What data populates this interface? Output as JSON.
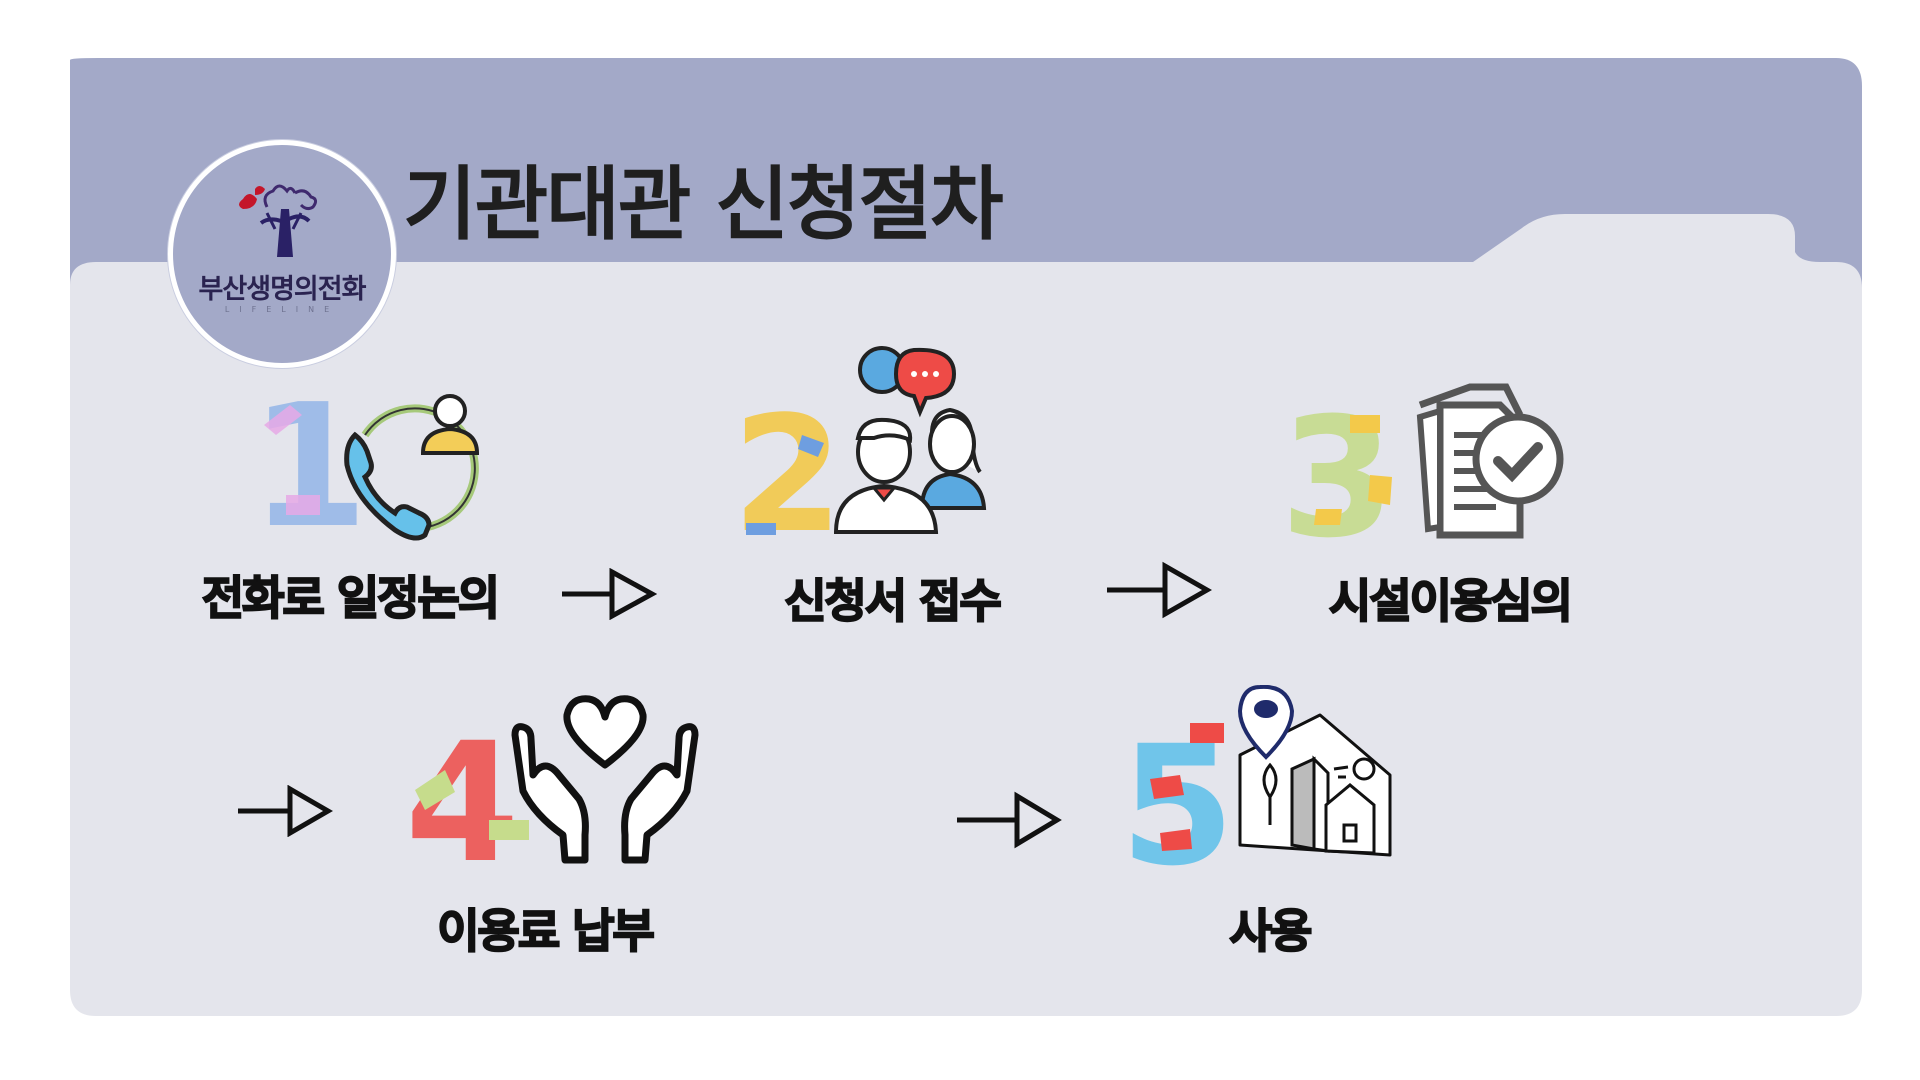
{
  "header": {
    "title": "기관대관 신청절차",
    "logo_text": "부산생명의전화",
    "logo_subtext": "LIFELINE"
  },
  "colors": {
    "tab": "#a3a9c8",
    "card": "#e4e5ec",
    "text": "#111111"
  },
  "steps": [
    {
      "number": "1",
      "label": "전화로 일정논의",
      "icon": "phone-contact-icon"
    },
    {
      "number": "2",
      "label": "신청서 접수",
      "icon": "people-chat-icon"
    },
    {
      "number": "3",
      "label": "시설이용심의",
      "icon": "document-check-icon"
    },
    {
      "number": "4",
      "label": "이용료 납부",
      "icon": "hands-heart-icon"
    },
    {
      "number": "5",
      "label": "사용",
      "icon": "building-location-icon"
    }
  ]
}
